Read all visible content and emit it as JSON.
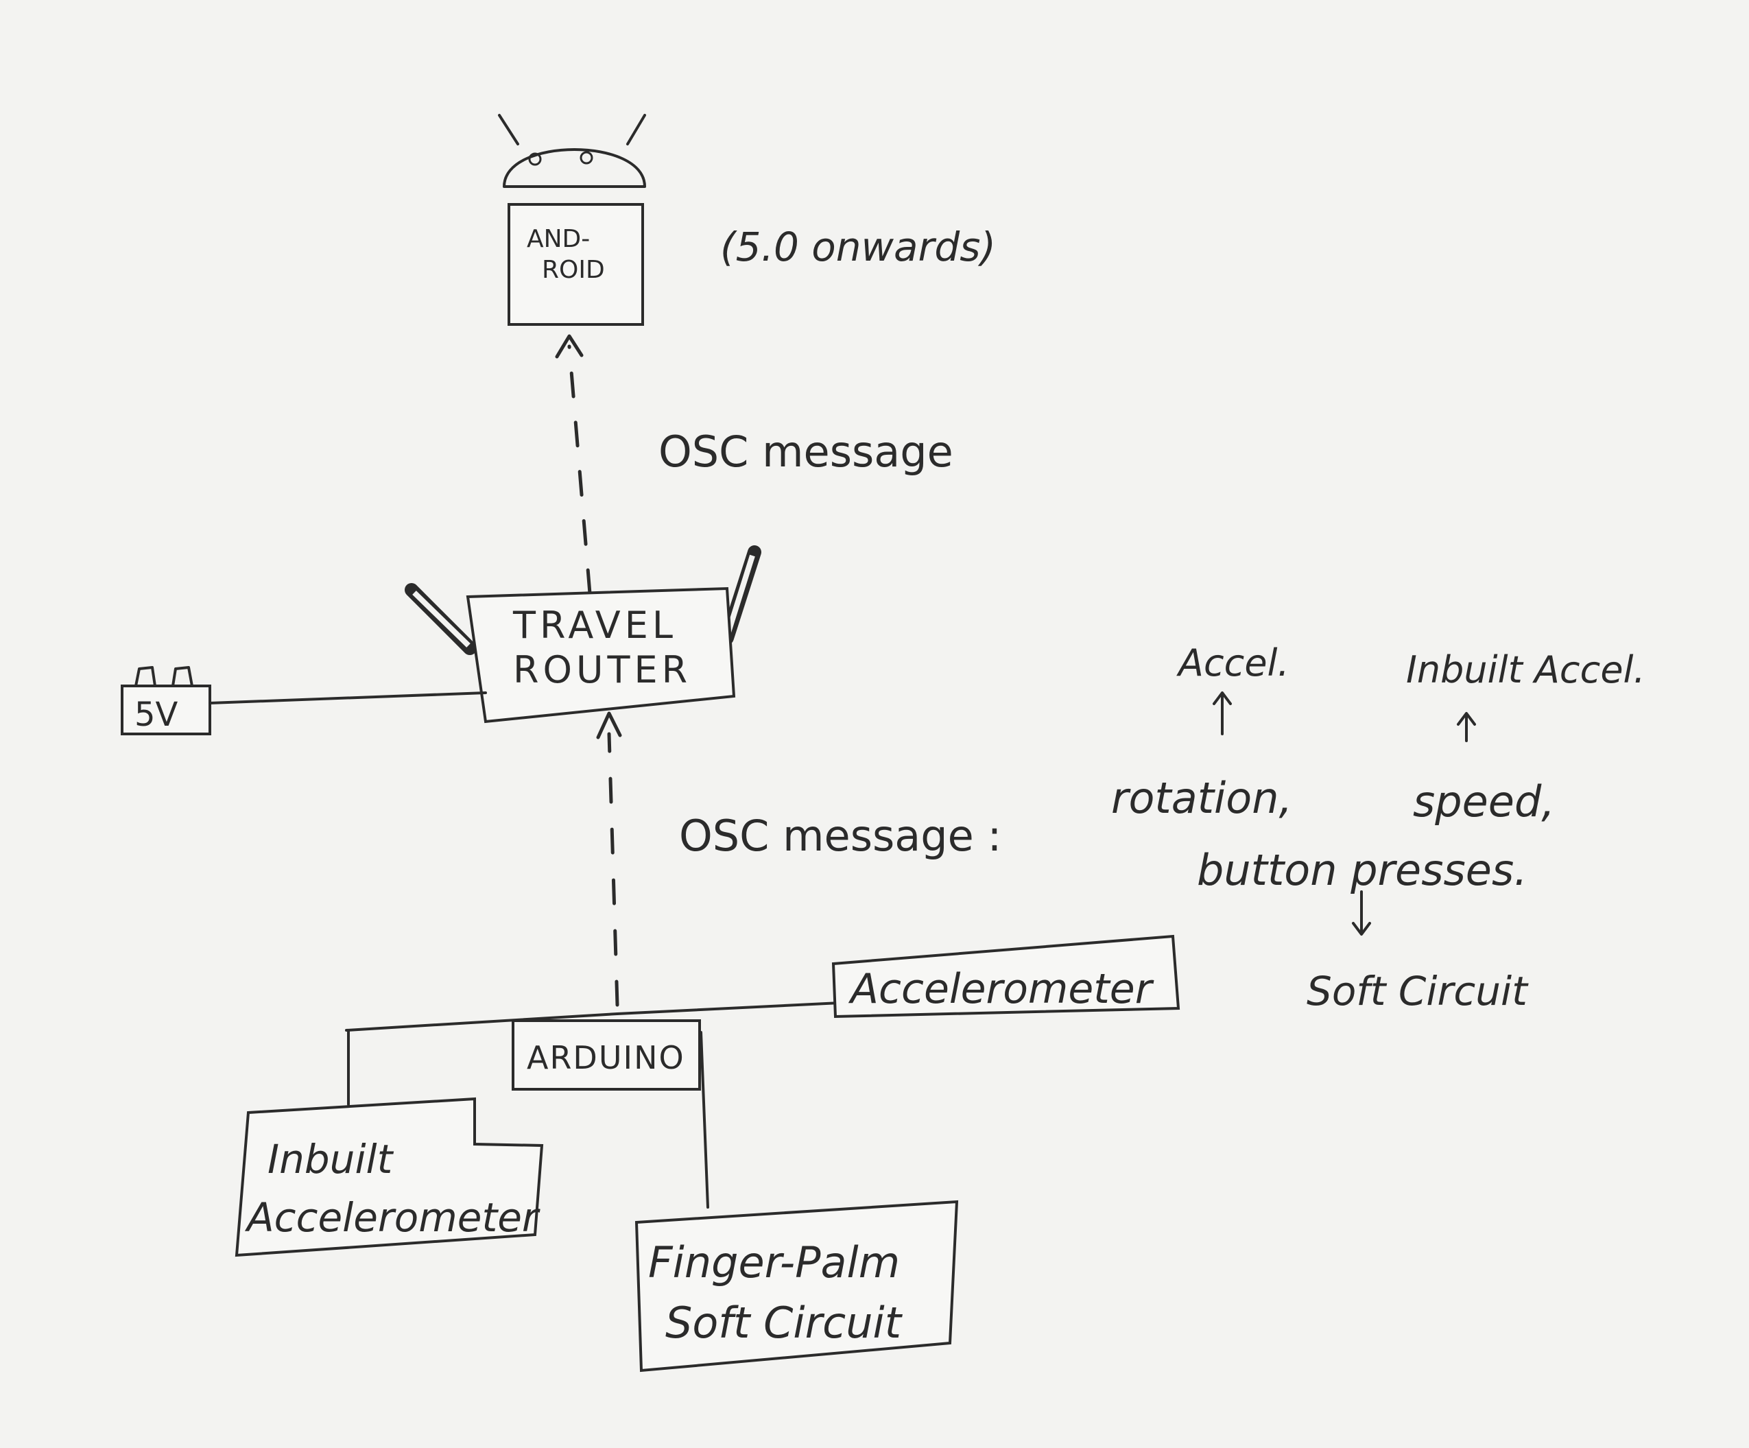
{
  "diagram": {
    "android": {
      "label_line1": "AND-",
      "label_line2": "ROID",
      "version_note": "(5.0 onwards)"
    },
    "link_router_android": {
      "label": "OSC message"
    },
    "router": {
      "label_line1": "TRAVEL",
      "label_line2": "ROUTER"
    },
    "power": {
      "label": "5V"
    },
    "link_arduino_router": {
      "label": "OSC message :"
    },
    "payload": {
      "rotation": "rotation,",
      "speed": "speed,",
      "button_presses": "button presses.",
      "rotation_source": "Accel.",
      "speed_source": "Inbuilt Accel.",
      "button_source": "Soft Circuit"
    },
    "arduino": {
      "label": "ARDUINO"
    },
    "accelerometer": {
      "label": "Accelerometer"
    },
    "inbuilt_accelerometer": {
      "label_line1": "Inbuilt",
      "label_line2": "Accelerometer"
    },
    "soft_circuit": {
      "label_line1": "Finger-Palm",
      "label_line2": "Soft Circuit"
    }
  }
}
